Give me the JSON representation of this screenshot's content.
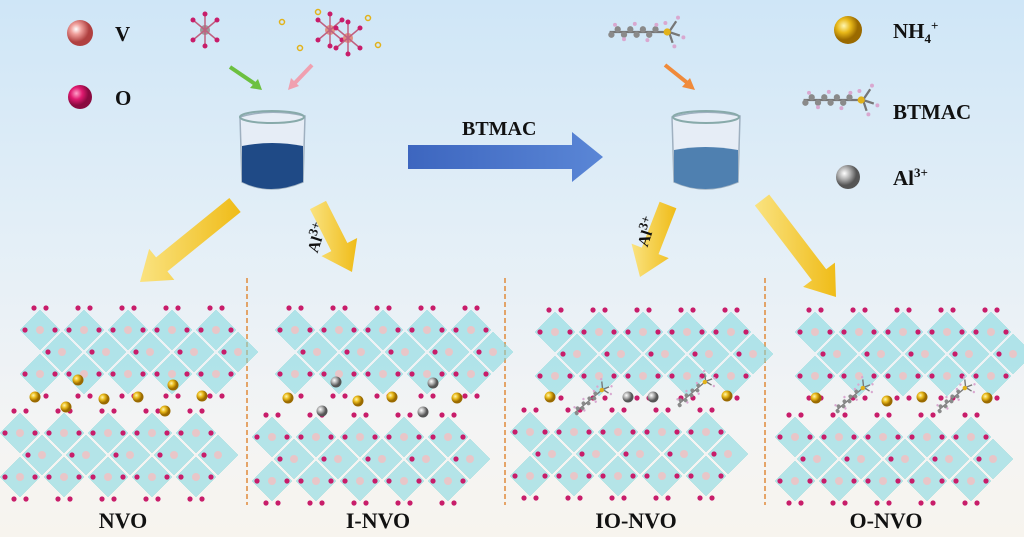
{
  "legend_left": [
    {
      "symbol": "V",
      "color": "#e8706e"
    },
    {
      "symbol": "O",
      "color": "#d8186c"
    }
  ],
  "legend_right": {
    "nh4": "NH",
    "nh4_sub": "4",
    "nh4_sup": "+",
    "btmac": "BTMAC",
    "al": "Al",
    "al_sup": "3+"
  },
  "arrow_label": "BTMAC",
  "al_arrow_label": {
    "base": "Al",
    "sup": "3+"
  },
  "panels": [
    {
      "label": "NVO"
    },
    {
      "label": "I-NVO"
    },
    {
      "label": "IO-NVO"
    },
    {
      "label": "O-NVO"
    }
  ],
  "colors": {
    "octahedra": "#7fd8e0",
    "oxygen": "#c81d6a",
    "vanadium": "#e8c6c8",
    "nh4": "#e2b21a",
    "al": "#9a9a9a",
    "blue_arrow": "#4a74c9",
    "yellow_arrow": "#f2c21b",
    "divider": "#e08a3a",
    "beaker_dark": "#1f4a86",
    "beaker_light": "#4f80b0"
  }
}
